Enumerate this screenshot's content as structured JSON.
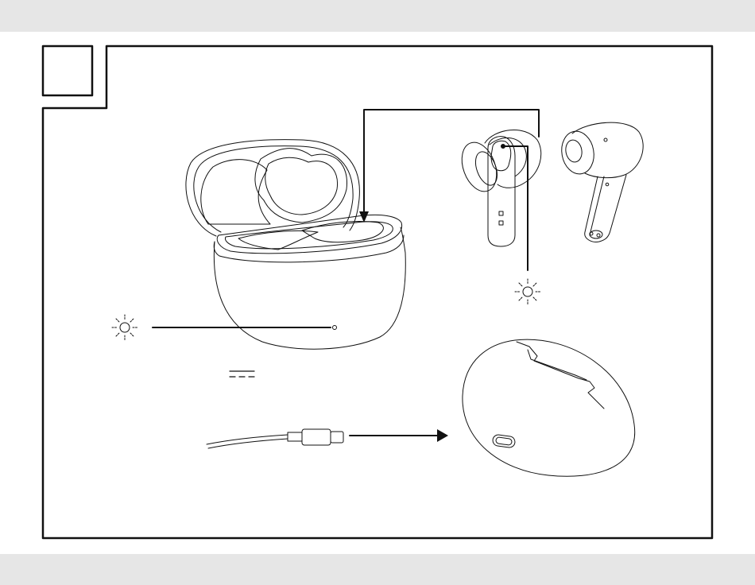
{
  "step_number": "",
  "colors": {
    "page_background": "#ffffff",
    "band": "#e6e6e6",
    "line": "#111111"
  },
  "illustration": {
    "components": [
      "charging-case-open",
      "earbud-front",
      "earbud-back",
      "charging-case-closed",
      "usb-c-cable"
    ],
    "icons": [
      "led-light-icon",
      "dc-symbol-icon",
      "arrow-icon"
    ]
  }
}
